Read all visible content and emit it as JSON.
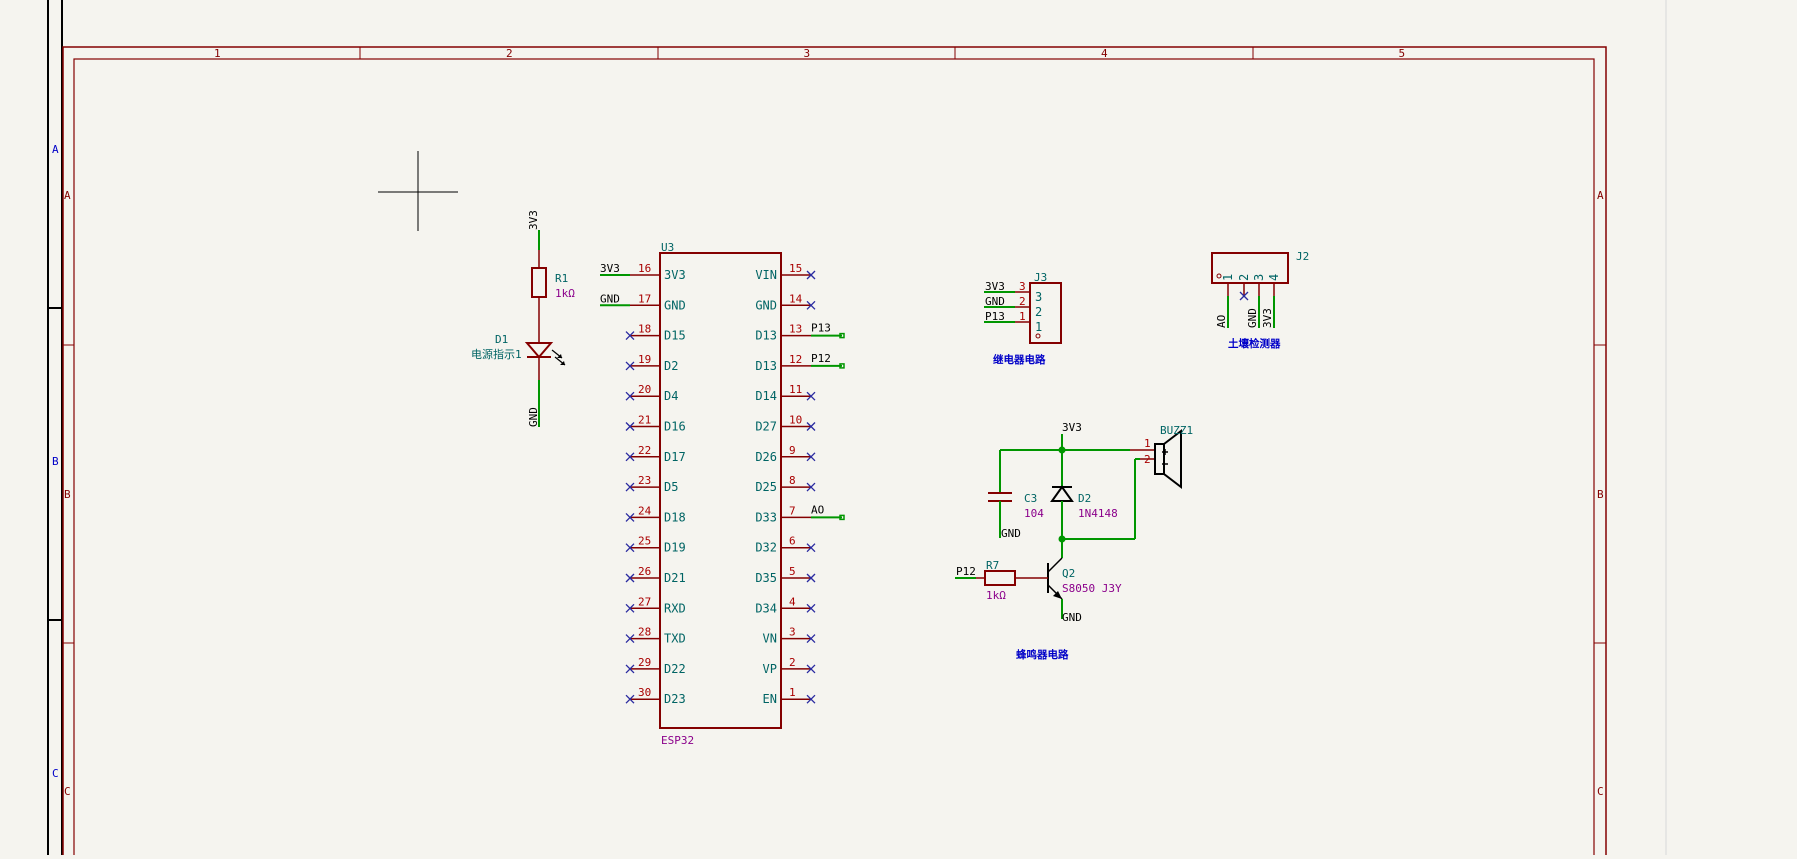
{
  "sheet": {
    "columns": [
      "1",
      "2",
      "3",
      "4",
      "5"
    ],
    "rows": [
      "A",
      "B",
      "C"
    ]
  },
  "u3": {
    "ref": "U3",
    "value": "ESP32",
    "left_pins": [
      {
        "num": "16",
        "name": "3V3",
        "net": "3V3"
      },
      {
        "num": "17",
        "name": "GND",
        "net": "GND"
      },
      {
        "num": "18",
        "name": "D15",
        "net": ""
      },
      {
        "num": "19",
        "name": "D2",
        "net": ""
      },
      {
        "num": "20",
        "name": "D4",
        "net": ""
      },
      {
        "num": "21",
        "name": "D16",
        "net": ""
      },
      {
        "num": "22",
        "name": "D17",
        "net": ""
      },
      {
        "num": "23",
        "name": "D5",
        "net": ""
      },
      {
        "num": "24",
        "name": "D18",
        "net": ""
      },
      {
        "num": "25",
        "name": "D19",
        "net": ""
      },
      {
        "num": "26",
        "name": "D21",
        "net": ""
      },
      {
        "num": "27",
        "name": "RXD",
        "net": ""
      },
      {
        "num": "28",
        "name": "TXD",
        "net": ""
      },
      {
        "num": "29",
        "name": "D22",
        "net": ""
      },
      {
        "num": "30",
        "name": "D23",
        "net": ""
      }
    ],
    "right_pins": [
      {
        "num": "15",
        "name": "VIN",
        "net": ""
      },
      {
        "num": "14",
        "name": "GND",
        "net": ""
      },
      {
        "num": "13",
        "name": "D13",
        "net": "P13"
      },
      {
        "num": "12",
        "name": "D13",
        "net": "P12"
      },
      {
        "num": "11",
        "name": "D14",
        "net": ""
      },
      {
        "num": "10",
        "name": "D27",
        "net": ""
      },
      {
        "num": "9",
        "name": "D26",
        "net": ""
      },
      {
        "num": "8",
        "name": "D25",
        "net": ""
      },
      {
        "num": "7",
        "name": "D33",
        "net": "AO"
      },
      {
        "num": "6",
        "name": "D32",
        "net": ""
      },
      {
        "num": "5",
        "name": "D35",
        "net": ""
      },
      {
        "num": "4",
        "name": "D34",
        "net": ""
      },
      {
        "num": "3",
        "name": "VN",
        "net": ""
      },
      {
        "num": "2",
        "name": "VP",
        "net": ""
      },
      {
        "num": "1",
        "name": "EN",
        "net": ""
      }
    ]
  },
  "power_led": {
    "net_top": "3V3",
    "r1_ref": "R1",
    "r1_val": "1kΩ",
    "d1_ref": "D1",
    "d1_val": "电源指示1",
    "net_bottom": "GND"
  },
  "j3": {
    "ref": "J3",
    "pins": [
      {
        "num": "3",
        "net": "3V3"
      },
      {
        "num": "2",
        "net": "GND"
      },
      {
        "num": "1",
        "net": "P13"
      }
    ],
    "caption": "继电器电路"
  },
  "j2": {
    "ref": "J2",
    "pin_nums": [
      "1",
      "2",
      "3",
      "4"
    ],
    "nets": [
      "AO",
      "GND",
      "3V3"
    ],
    "caption": "土壤检测器"
  },
  "buzzer": {
    "net_3v3": "3V3",
    "buzz_ref": "BUZZ1",
    "buzz_pin1": "1",
    "buzz_pin2": "2",
    "c3_ref": "C3",
    "c3_val": "104",
    "c3_gnd": "GND",
    "d2_ref": "D2",
    "d2_val": "1N4148",
    "r7_net": "P12",
    "r7_ref": "R7",
    "r7_val": "1kΩ",
    "q2_ref": "Q2",
    "q2_val": "S8050 J3Y",
    "q2_gnd": "GND",
    "caption": "蜂鸣器电路"
  }
}
